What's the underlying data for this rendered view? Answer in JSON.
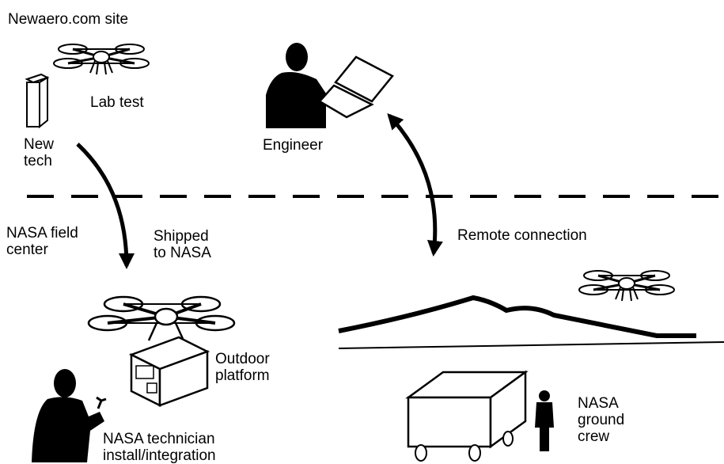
{
  "labels": {
    "site": "Newaero.com site",
    "lab_test": "Lab test",
    "new_tech_1": "New",
    "new_tech_2": "tech",
    "engineer": "Engineer",
    "nasa_field_1": "NASA field",
    "nasa_field_2": "center",
    "shipped_1": "Shipped",
    "shipped_2": "to NASA",
    "remote": "Remote connection",
    "outdoor_1": "Outdoor",
    "outdoor_2": "platform",
    "technician_1": "NASA technician",
    "technician_2": "install/integration",
    "crew_1": "NASA",
    "crew_2": "ground",
    "crew_3": "crew"
  }
}
